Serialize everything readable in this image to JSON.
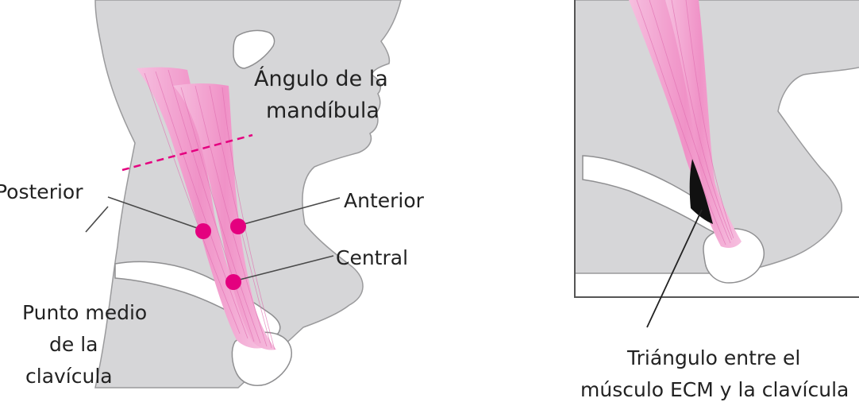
{
  "colors": {
    "background": "#ffffff",
    "skin": "#d6d6d8",
    "skin_edge": "#9a9a9c",
    "bone": "#ffffff",
    "bone_edge": "#8f8f91",
    "muscle": "#f3a9d4",
    "muscle_fiber": "#e06fb1",
    "marker": "#e4007f",
    "guideline": "#e4007f",
    "leader": "#4a4a4a",
    "triangle": "#111111",
    "text": "#222222",
    "frame": "#555555"
  },
  "icons": {
    "puncture_point": "filled-circle",
    "mandible_angle_line": "dashed-line"
  },
  "left_panel": {
    "labels": {
      "angle_line1": "Ángulo de la",
      "angle_line2": "mandíbula",
      "posterior": "Posterior",
      "anterior": "Anterior",
      "central": "Central",
      "midpoint_line1": "Punto medio",
      "midpoint_line2": "de la",
      "midpoint_line3": "clavícula"
    }
  },
  "right_panel": {
    "labels": {
      "triangle_line1": "Triángulo entre el",
      "triangle_line2": "músculo ECM y la clavícula"
    }
  }
}
